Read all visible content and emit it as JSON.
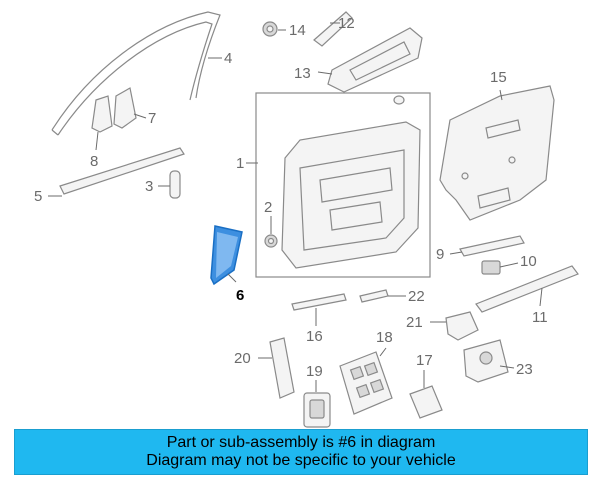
{
  "diagram": {
    "highlight_color": "#1a6fc4",
    "callouts": {
      "c1": "1",
      "c2": "2",
      "c3": "3",
      "c4": "4",
      "c5": "5",
      "c6": "6",
      "c7": "7",
      "c8": "8",
      "c9": "9",
      "c10": "10",
      "c11": "11",
      "c12": "12",
      "c13": "13",
      "c14": "14",
      "c15": "15",
      "c16": "16",
      "c17": "17",
      "c18": "18",
      "c19": "19",
      "c20": "20",
      "c21": "21",
      "c22": "22",
      "c23": "23"
    }
  },
  "banner": {
    "line1": "Part or sub-assembly is #6 in diagram",
    "line2": "Diagram may not be specific to your vehicle",
    "color": "#1fb8f0"
  }
}
